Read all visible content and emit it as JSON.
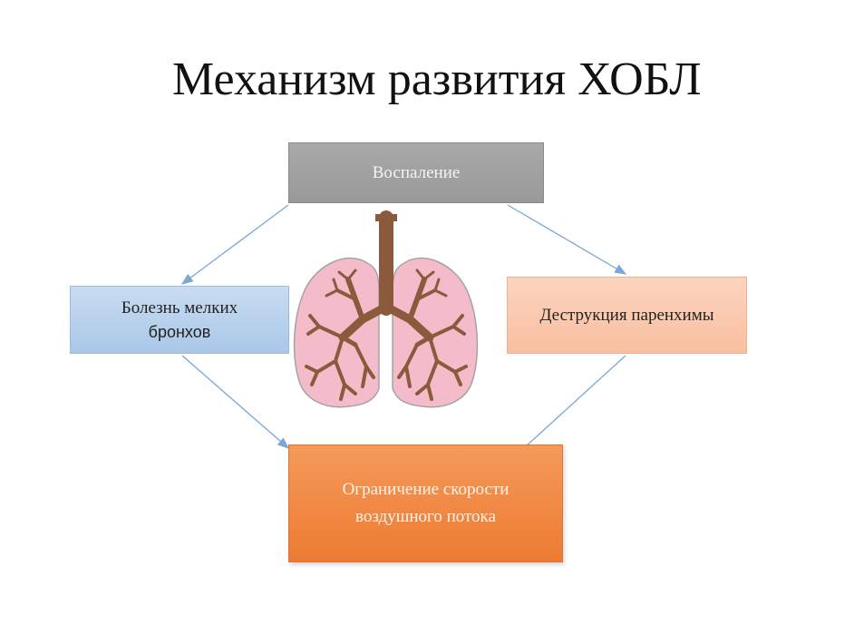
{
  "title": "Механизм развития ХОБЛ",
  "nodes": {
    "inflammation": "Воспаление",
    "bronchi": {
      "line1": "Болезнь мелких",
      "line2": "бронхов"
    },
    "parenchyma": "Деструкция паренхимы",
    "airflow": {
      "line1": "Ограничение скорости",
      "line2": "воздушного потока"
    }
  },
  "colors": {
    "arrow": "#7aa6d8",
    "lung_fill": "#f4bccb",
    "bronchial_tree": "#8b5a3c"
  }
}
